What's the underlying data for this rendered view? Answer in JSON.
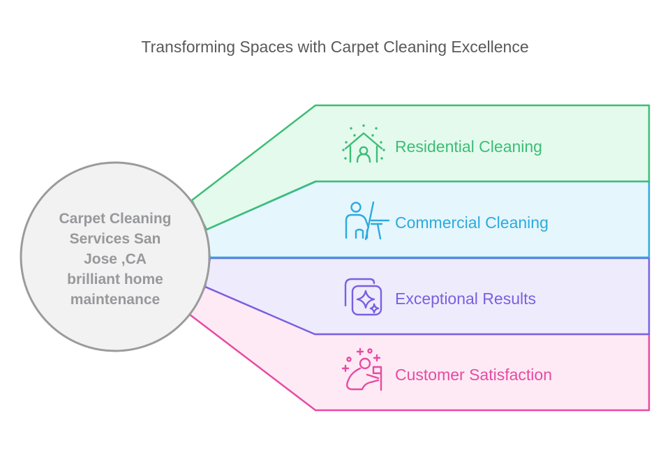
{
  "title": "Transforming Spaces with Carpet Cleaning Excellence",
  "center_node": {
    "full_text": "Carpet Cleaning Services San Jose ,CA brilliant home maintenance",
    "lines": [
      "Carpet Cleaning",
      "Services San",
      "Jose ,CA",
      "brilliant home",
      "maintenance"
    ],
    "fill": "#f2f2f3",
    "border": "#9b9b9b",
    "text_color": "#97989a"
  },
  "branches": [
    {
      "label": "Residential Cleaning",
      "icon": "house-sparkle-icon",
      "accent": "#3dbd76",
      "fill": "#e4faed"
    },
    {
      "label": "Commercial Cleaning",
      "icon": "janitor-squeegee-icon",
      "accent": "#2caade",
      "fill": "#e5f6fd"
    },
    {
      "label": "Exceptional Results",
      "icon": "sparkle-cards-icon",
      "accent": "#7a5fe1",
      "fill": "#eeecfc"
    },
    {
      "label": "Customer Satisfaction",
      "icon": "person-scrubbing-icon",
      "accent": "#e74ba1",
      "fill": "#fdeaf5"
    }
  ],
  "colors": {
    "background": "#ffffff",
    "title_text": "#58595b"
  }
}
